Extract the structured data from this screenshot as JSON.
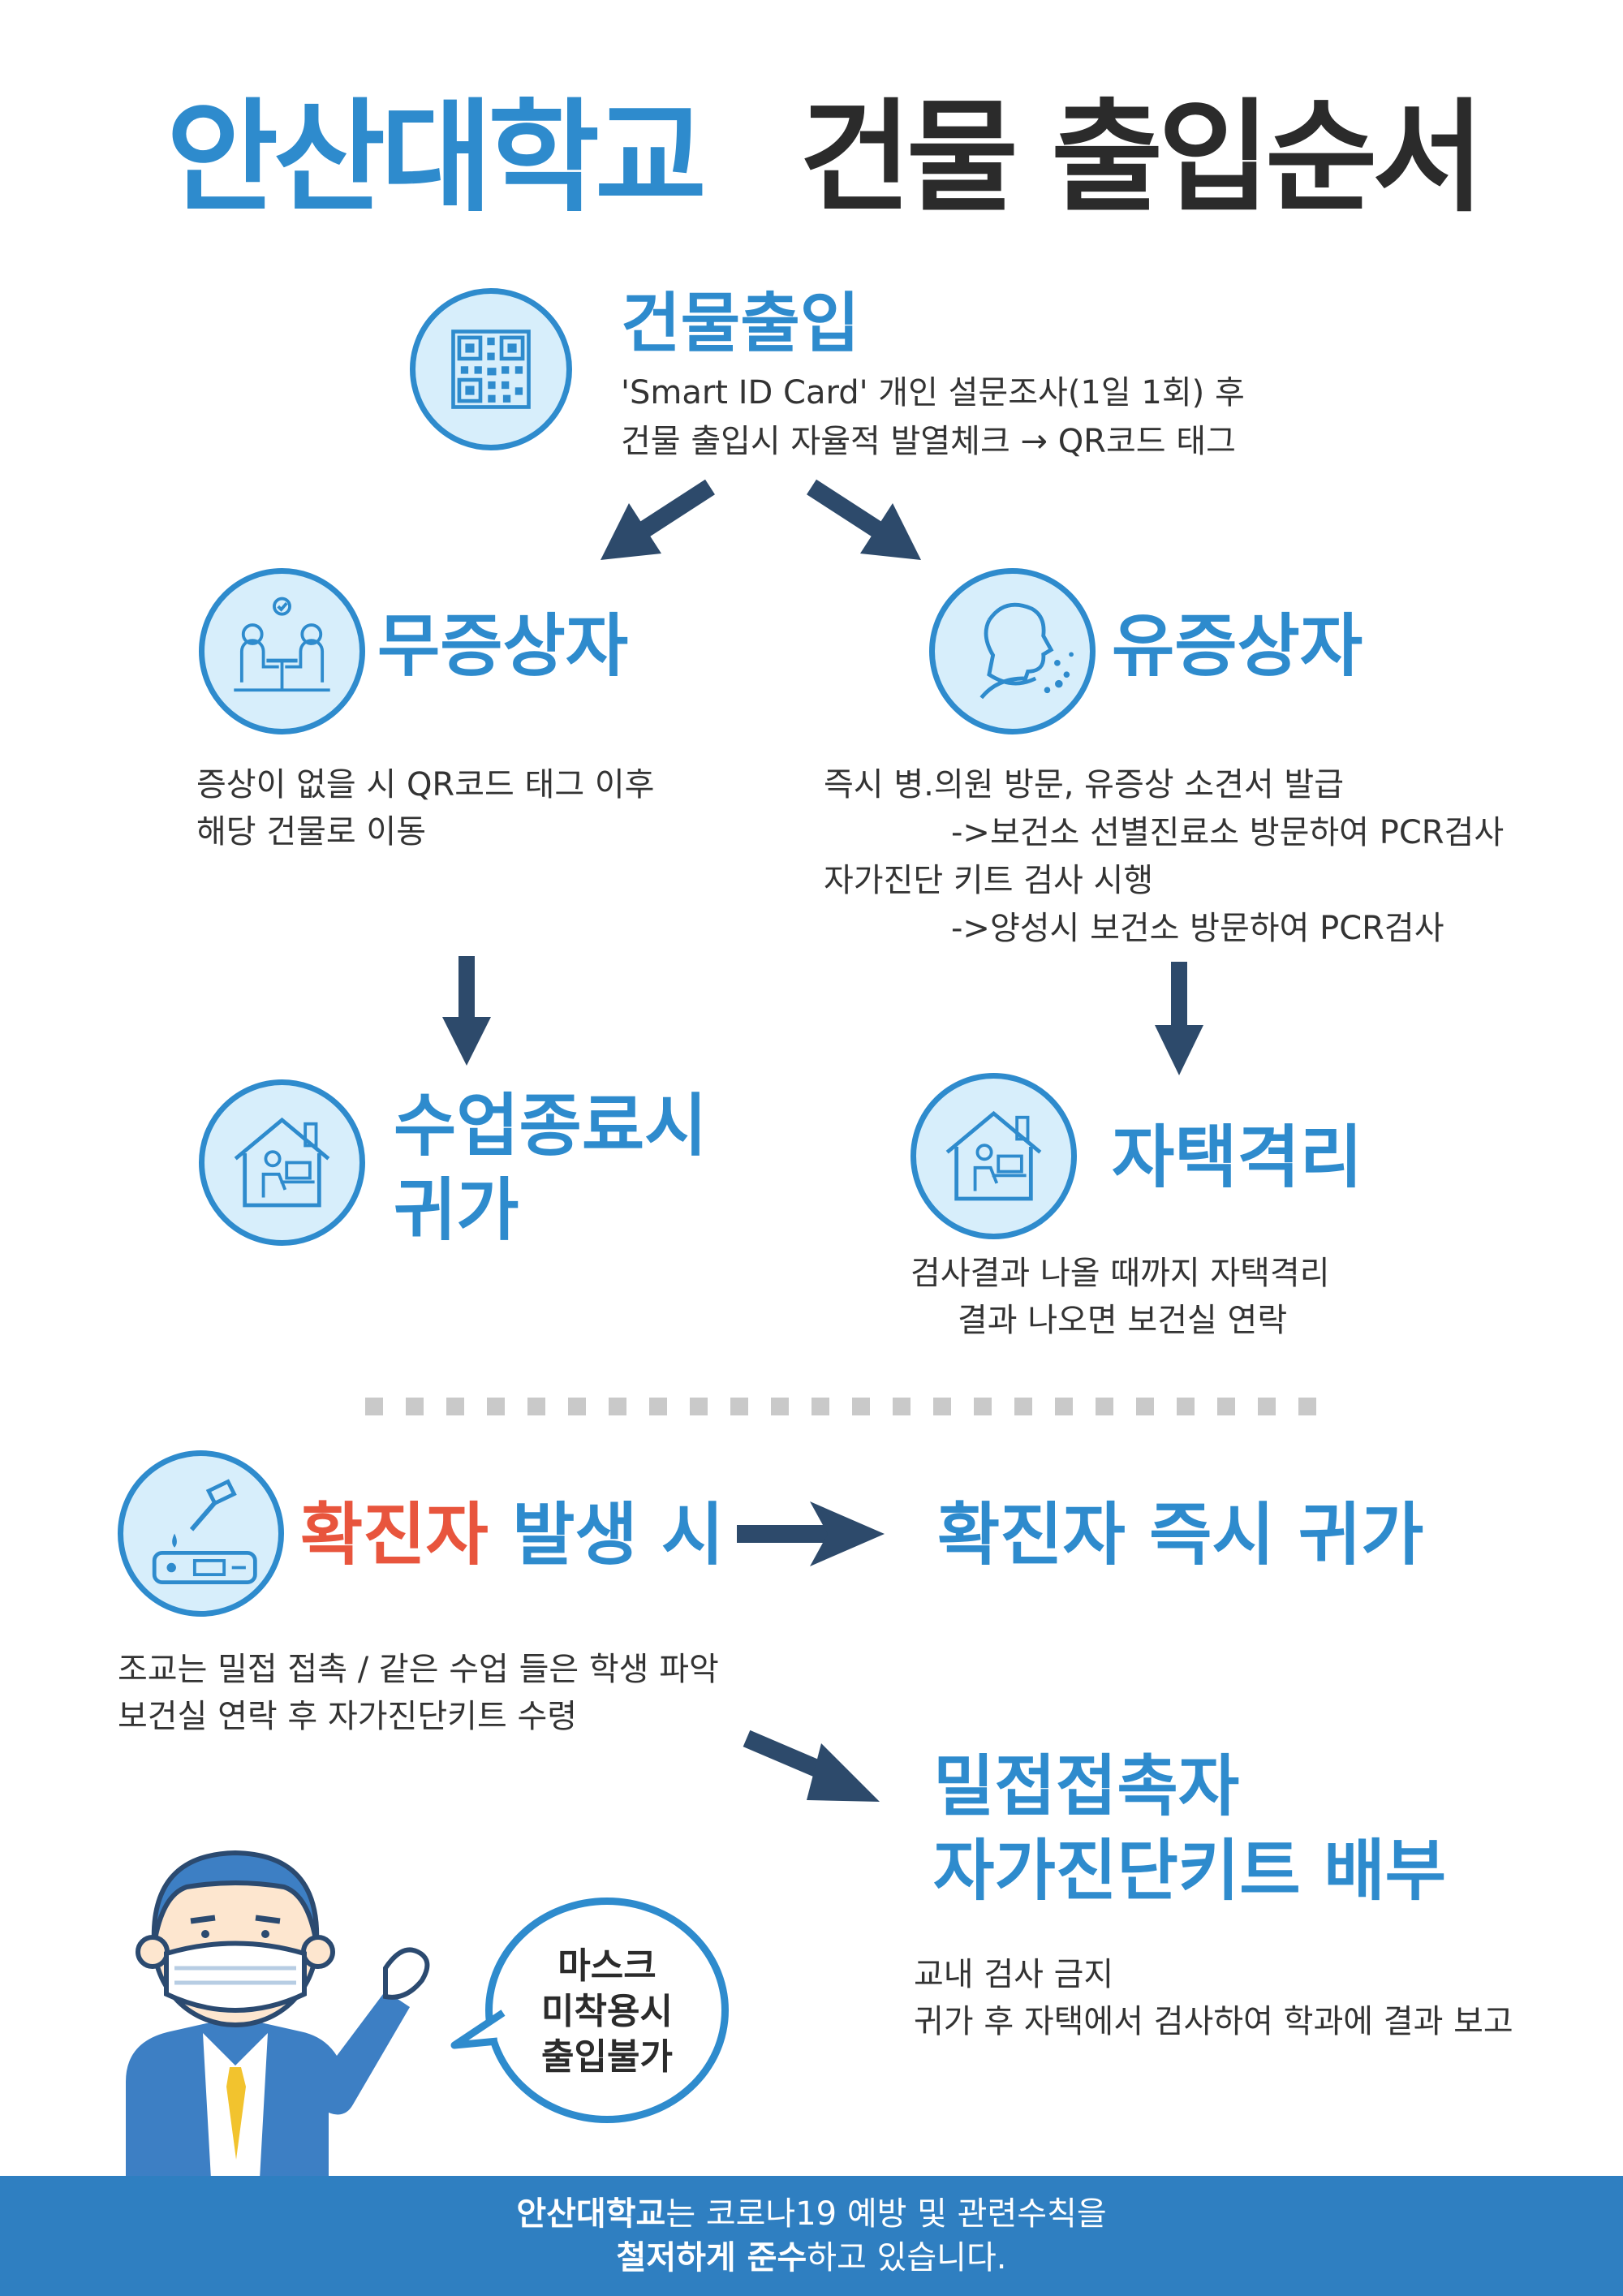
{
  "title": {
    "part1": "안산대학교",
    "part2": "건물 출입순서"
  },
  "entry": {
    "heading": "건물출입",
    "line1": "'Smart ID Card' 개인 설문조사(1일 1회) 후",
    "line2": "건물 출입시 자율적 발열체크 → QR코드 태그",
    "icon": "qr-code-icon"
  },
  "asymptomatic": {
    "heading": "무증상자",
    "line1": "증상이 없을 시 QR코드 태그 이후",
    "line2": "해당 건물로 이동",
    "icon": "meeting-people-icon"
  },
  "symptomatic": {
    "heading": "유증상자",
    "line1": "즉시 병.의원 방문, 유증상 소견서 발급",
    "line2": "->보건소 선별진료소 방문하여 PCR검사",
    "line3": "자가진단 키트 검사 시행",
    "line4": "->양성시 보건소 방문하여 PCR검사",
    "icon": "coughing-person-icon"
  },
  "go_home": {
    "line1": "수업종료시",
    "line2": "귀가",
    "icon": "home-work-icon"
  },
  "quarantine": {
    "heading": "자택격리",
    "line1": "검사결과 나올 때까지 자택격리",
    "line2": "결과 나오면 보건실 연락",
    "icon": "home-work-icon"
  },
  "confirmed": {
    "red_part": "확진자",
    "blue_part": " 발생 시",
    "result": "확진자 즉시 귀가",
    "line1": "조교는 밀접 접촉 / 같은 수업 들은 학생 파악",
    "line2": "보건실 연락 후 자가진단키트 수령",
    "icon": "test-kit-icon"
  },
  "close_contact": {
    "line1": "밀접접촉자",
    "line2": "자가진단키트 배부",
    "body1": "교내 검사 금지",
    "body2": "귀가 후 자택에서 검사하여 학과에 결과 보고"
  },
  "bubble": {
    "line1": "마스크",
    "line2": "미착용시",
    "line3": "출입불가"
  },
  "footer": {
    "bold1": "안산대학교",
    "text1": "는 코로나19 예방 및 관련수칙을",
    "bold2": "철저하게 준수",
    "text2": "하고 있습니다."
  },
  "colors": {
    "primary": "#2e8bcd",
    "accent_red": "#e8553d",
    "arrow": "#2d4a6b",
    "footer": "#2f7fc1"
  }
}
